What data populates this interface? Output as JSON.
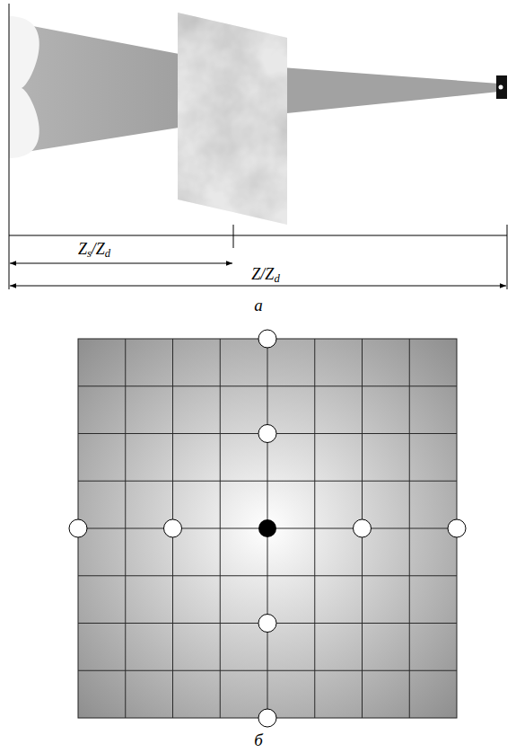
{
  "diagram": {
    "labels": [
      "Zs/Zd",
      "Z/Zd",
      "a",
      "б"
    ]
  }
}
